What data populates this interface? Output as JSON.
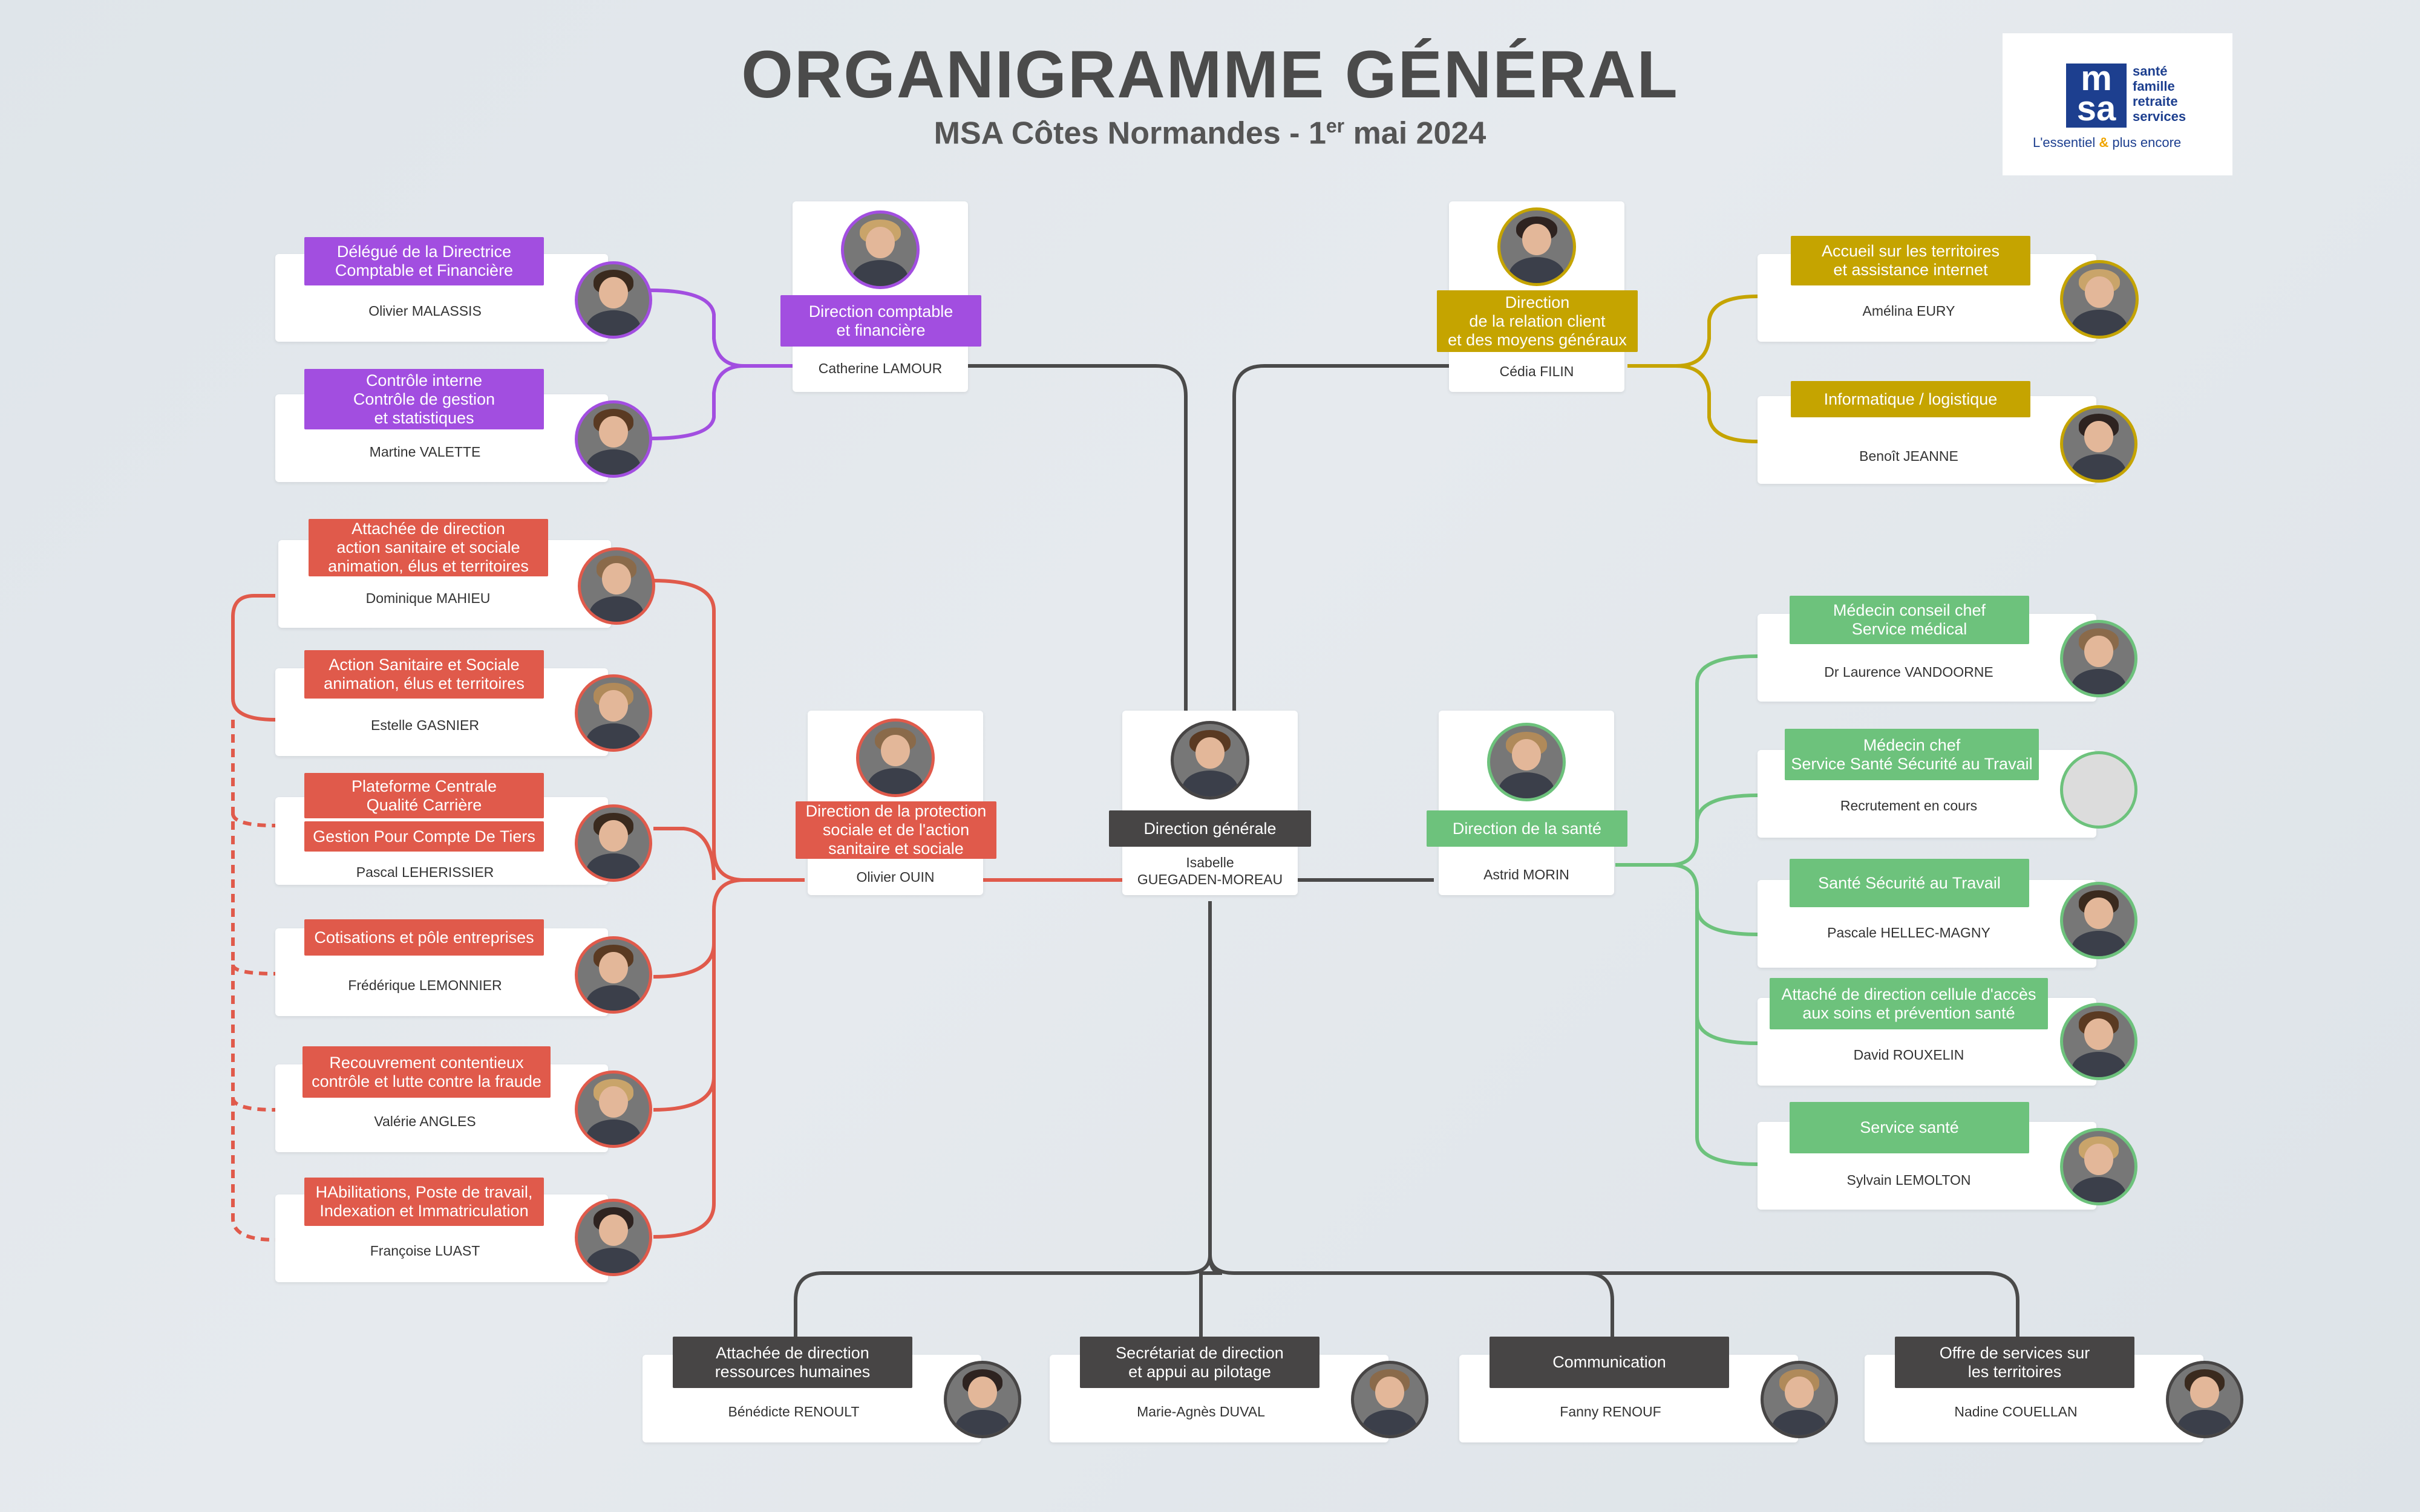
{
  "header": {
    "title": "ORGANIGRAMME GÉNÉRAL",
    "subtitle_prefix": "MSA Côtes Normandes - 1",
    "subtitle_sup": "er",
    "subtitle_suffix": " mai 2024"
  },
  "logo": {
    "mark": "msa",
    "words": [
      "santé",
      "famille",
      "retraite",
      "services"
    ],
    "tagline_part1": "L'essentiel ",
    "tagline_amp": "&",
    "tagline_part2": " plus encore"
  },
  "colors": {
    "finance": "#a24ee0",
    "relation": "#c5a400",
    "protection": "#e05a4b",
    "sante": "#6dc27c",
    "generale": "#474545"
  },
  "nodes": [
    {
      "id": "dg",
      "color": "dark",
      "label": "Direction générale",
      "name": "Isabelle\nGUEGADEN-MOREAU",
      "photo": "person-icon"
    },
    {
      "id": "daf",
      "color": "purple",
      "label": "Direction comptable\net financière",
      "name": "Catherine LAMOUR",
      "photo": "person-icon"
    },
    {
      "id": "drc",
      "color": "olive",
      "label": "Direction\nde la relation client\net des moyens généraux",
      "name": "Cédia FILIN",
      "photo": "person-icon"
    },
    {
      "id": "dps",
      "color": "red",
      "label": "Direction de la protection\nsociale et de l'action\nsanitaire et sociale",
      "name": "Olivier OUIN",
      "photo": "person-icon"
    },
    {
      "id": "dsa",
      "color": "green",
      "label": "Direction de la santé",
      "name": "Astrid MORIN",
      "photo": "person-icon"
    },
    {
      "id": "p1",
      "color": "purple",
      "label": "Délégué de la Directrice\nComptable et Financière",
      "name": "Olivier MALASSIS",
      "photo": "person-icon"
    },
    {
      "id": "p2",
      "color": "purple",
      "label": "Contrôle interne\nContrôle de gestion\net statistiques",
      "name": "Martine VALETTE",
      "photo": "person-icon"
    },
    {
      "id": "o1",
      "color": "olive",
      "label": "Accueil sur les territoires\net assistance internet",
      "name": "Amélina EURY",
      "photo": "person-icon"
    },
    {
      "id": "o2",
      "color": "olive",
      "label": "Informatique / logistique",
      "name": "Benoît JEANNE",
      "photo": "person-icon"
    },
    {
      "id": "r1",
      "color": "red",
      "label": "Attachée de direction\naction sanitaire et sociale\nanimation, élus et territoires",
      "name": "Dominique MAHIEU",
      "photo": "person-icon"
    },
    {
      "id": "r2",
      "color": "red",
      "label": "Action Sanitaire et Sociale\nanimation, élus et territoires",
      "name": "Estelle GASNIER",
      "photo": "person-icon"
    },
    {
      "id": "r3",
      "color": "red",
      "label": "Plateforme Centrale\nQualité Carrière",
      "label2": "Gestion Pour Compte De Tiers",
      "name": "Pascal LEHERISSIER",
      "photo": "person-icon"
    },
    {
      "id": "r4",
      "color": "red",
      "label": "Cotisations et pôle entreprises",
      "name": "Frédérique LEMONNIER",
      "photo": "person-icon"
    },
    {
      "id": "r5",
      "color": "red",
      "label": "Recouvrement contentieux\ncontrôle et lutte contre la fraude",
      "name": "Valérie ANGLES",
      "photo": "person-icon"
    },
    {
      "id": "r6",
      "color": "red",
      "label": "HAbilitations, Poste de travail,\nIndexation et Immatriculation",
      "name": "Françoise LUAST",
      "photo": "person-icon"
    },
    {
      "id": "g1",
      "color": "green",
      "label": "Médecin conseil chef\nService médical",
      "name": "Dr Laurence VANDOORNE",
      "photo": "person-icon"
    },
    {
      "id": "g2",
      "color": "green",
      "label": "Médecin chef\nService Santé Sécurité au Travail",
      "name": "Recrutement en cours",
      "photo": "empty-photo-icon"
    },
    {
      "id": "g3",
      "color": "green",
      "label": "Santé Sécurité au Travail",
      "name": "Pascale HELLEC-MAGNY",
      "photo": "person-icon"
    },
    {
      "id": "g4",
      "color": "green",
      "label": "Attaché de direction cellule d'accès\naux soins et prévention santé",
      "name": "David ROUXELIN",
      "photo": "person-icon"
    },
    {
      "id": "g5",
      "color": "green",
      "label": "Service santé",
      "name": "Sylvain LEMOLTON",
      "photo": "person-icon"
    },
    {
      "id": "b1",
      "color": "dark",
      "label": "Attachée de direction\nressources humaines",
      "name": "Bénédicte RENOULT",
      "photo": "person-icon"
    },
    {
      "id": "b2",
      "color": "dark",
      "label": "Secrétariat de direction\net appui au pilotage",
      "name": "Marie-Agnès DUVAL",
      "photo": "person-icon"
    },
    {
      "id": "b3",
      "color": "dark",
      "label": "Communication",
      "name": "Fanny RENOUF",
      "photo": "person-icon"
    },
    {
      "id": "b4",
      "color": "dark",
      "label": "Offre de services sur\nles territoires",
      "name": "Nadine COUELLAN",
      "photo": "person-icon"
    }
  ]
}
